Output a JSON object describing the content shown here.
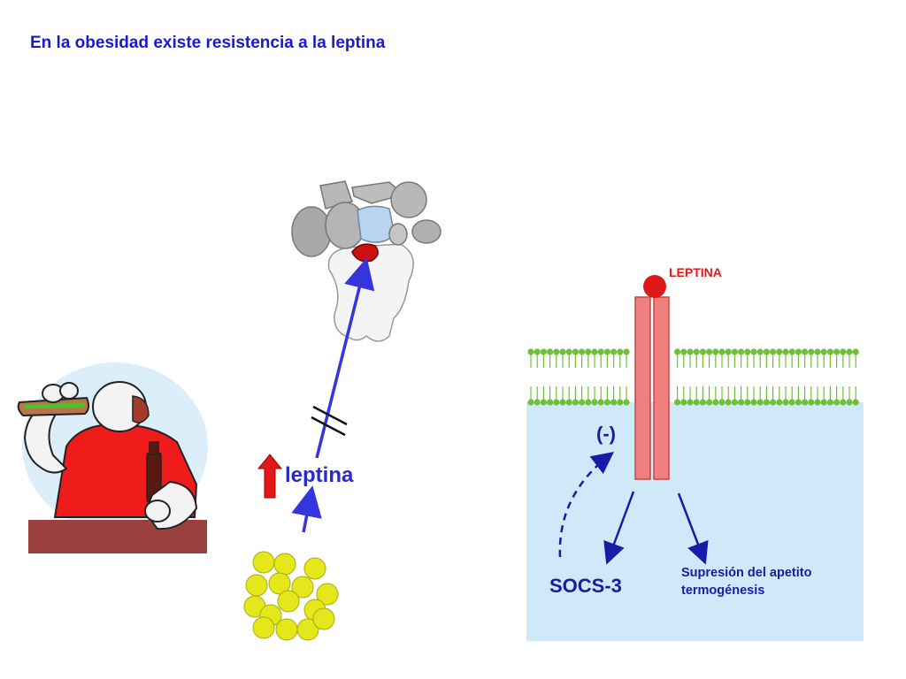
{
  "title": "En la obesidad existe resistencia a la leptina",
  "labels": {
    "leptina_arrow": "leptina",
    "receptor_ligand": "LEPTINA",
    "inhibition": "(-)",
    "socs3": "SOCS-3",
    "effect_line1": "Supresión del apetito",
    "effect_line2": "termogénesis"
  },
  "colors": {
    "title": "#1a1acc",
    "arrow_blue": "#3535dd",
    "dark_blue": "#1a1aa8",
    "leptin_red": "#e01818",
    "receptor": "#f08080",
    "cytoplasm": "#cfe9f8",
    "membrane_green": "#6fbf3a",
    "fat_cells": "#e4e81a"
  },
  "icons": {
    "brain": "brain-hypothalamus-icon",
    "person": "person-eating-icon",
    "adipocytes": "fat-cells-icon",
    "up_arrow": "red-up-arrow-icon"
  }
}
